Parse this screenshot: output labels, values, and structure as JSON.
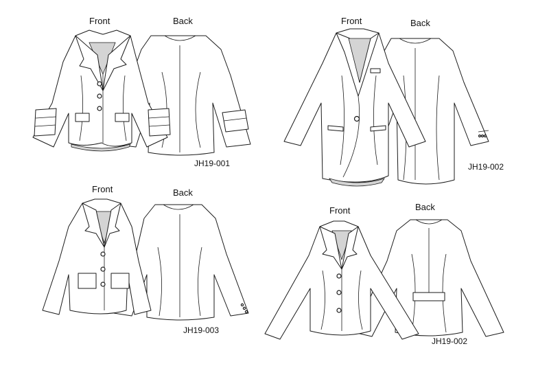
{
  "sketches": [
    {
      "front_label": "Front",
      "back_label": "Back",
      "code": "JH19-001"
    },
    {
      "front_label": "Front",
      "back_label": "Back",
      "code": "JH19-002"
    },
    {
      "front_label": "Front",
      "back_label": "Back",
      "code": "JH19-003"
    },
    {
      "front_label": "Front",
      "back_label": "Back",
      "code": "JH19-002"
    }
  ]
}
